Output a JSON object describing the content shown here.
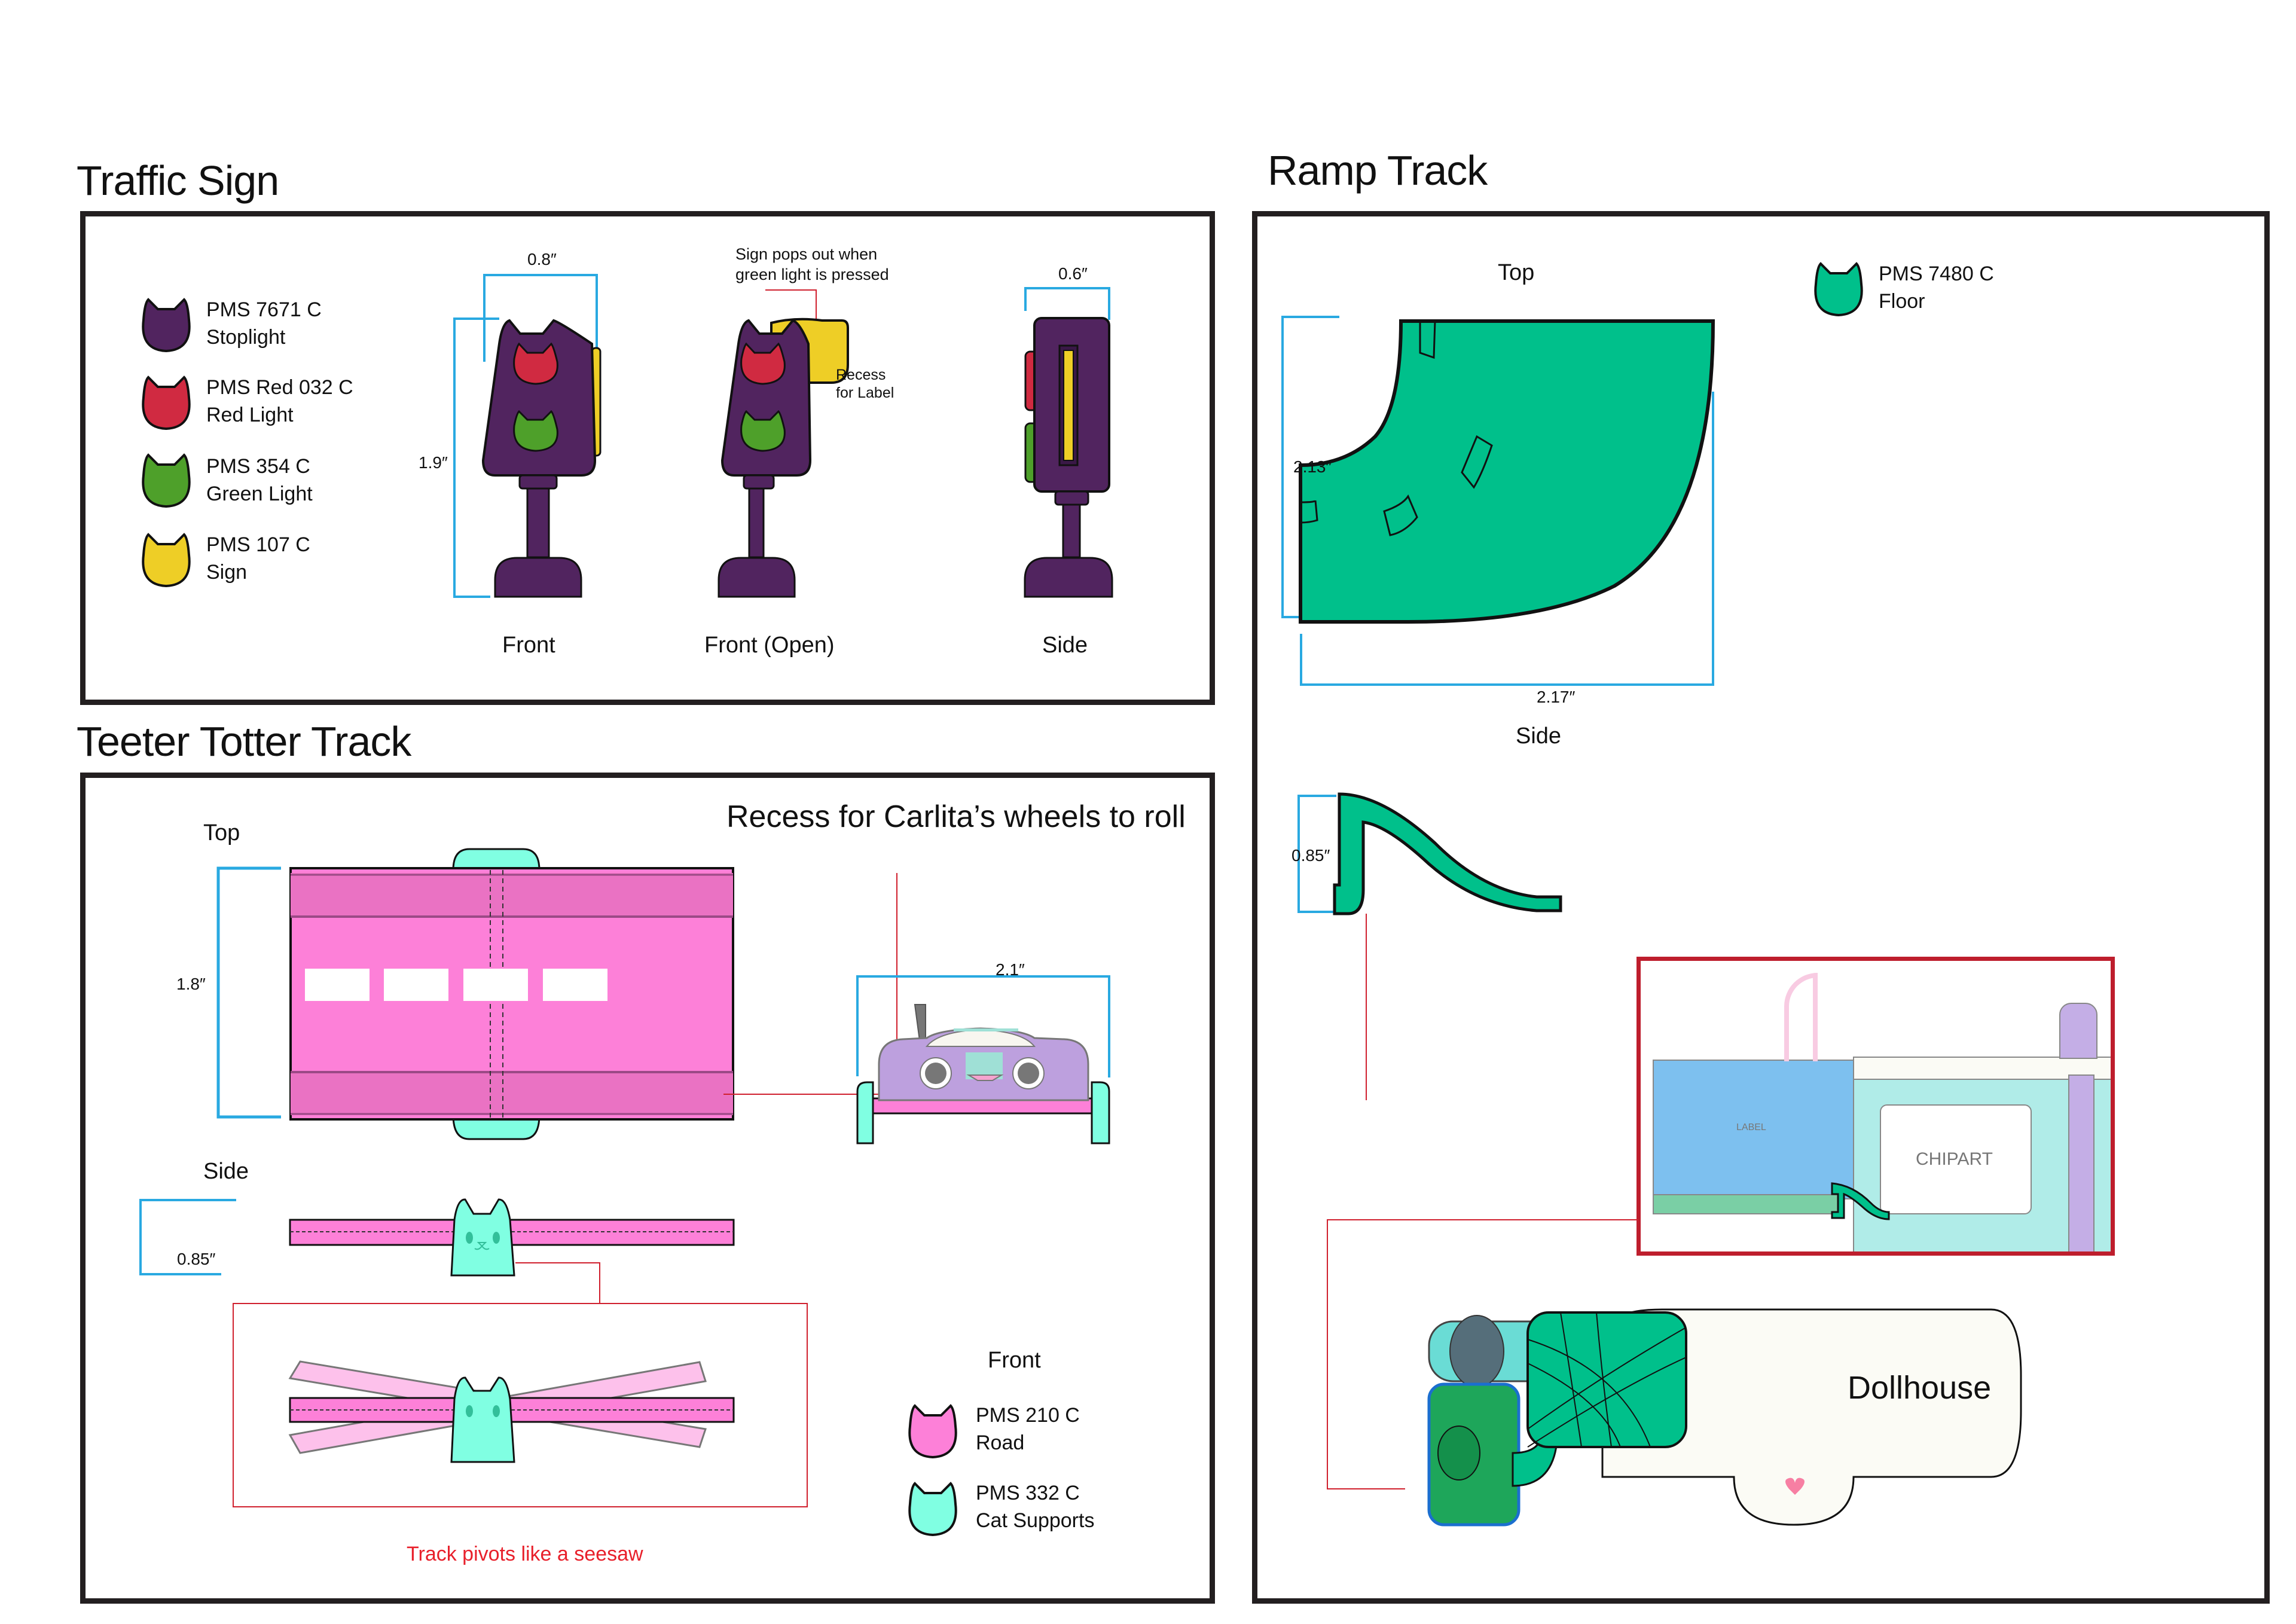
{
  "traffic_sign": {
    "title": "Traffic Sign",
    "legend": [
      {
        "code": "PMS 7671 C",
        "name": "Stoplight",
        "color": "#51245f"
      },
      {
        "code": "PMS Red 032 C",
        "name": "Red Light",
        "color": "#d02a41"
      },
      {
        "code": "PMS 354 C",
        "name": "Green Light",
        "color": "#4ea02a"
      },
      {
        "code": "PMS 107 C",
        "name": "Sign",
        "color": "#eece26"
      }
    ],
    "views": {
      "front": "Front",
      "front_open": "Front (Open)",
      "side": "Side"
    },
    "dimensions": {
      "width_front": "0.8″",
      "height_front": "1.9″",
      "width_side": "0.6″"
    },
    "annotation": "Sign pops out when green light is pressed",
    "sign_label": "Recess for Label"
  },
  "teeter_totter": {
    "title": "Teeter Totter Track",
    "views": {
      "top": "Top",
      "side": "Side",
      "front": "Front"
    },
    "dimensions": {
      "height_top": "1.8″",
      "height_side": "0.85″",
      "width_front": "2.1″"
    },
    "annotation_recess": "Recess for Carlita’s wheels to roll",
    "annotation_pivot": "Track pivots like a seesaw",
    "legend": [
      {
        "code": "PMS 210 C",
        "name": "Road",
        "color": "#fd80d8"
      },
      {
        "code": "PMS 332 C",
        "name": "Cat Supports",
        "color": "#80ffe2"
      }
    ]
  },
  "ramp_track": {
    "title": "Ramp Track",
    "views": {
      "top": "Top",
      "side": "Side"
    },
    "dimensions": {
      "height_top": "2.13″",
      "width_top": "2.17″",
      "height_side": "0.85″"
    },
    "legend": [
      {
        "code": "PMS 7480 C",
        "name": "Floor",
        "color": "#00c08b"
      }
    ],
    "inset_labels": {
      "label": "LABEL",
      "chipart": "CHIPART"
    },
    "dollhouse_label": "Dollhouse"
  },
  "colors": {
    "dimension_line": "#29a9e1",
    "callout_line": "#d0202e",
    "panel_border": "#231f20",
    "inset_border": "#be1e2d"
  }
}
